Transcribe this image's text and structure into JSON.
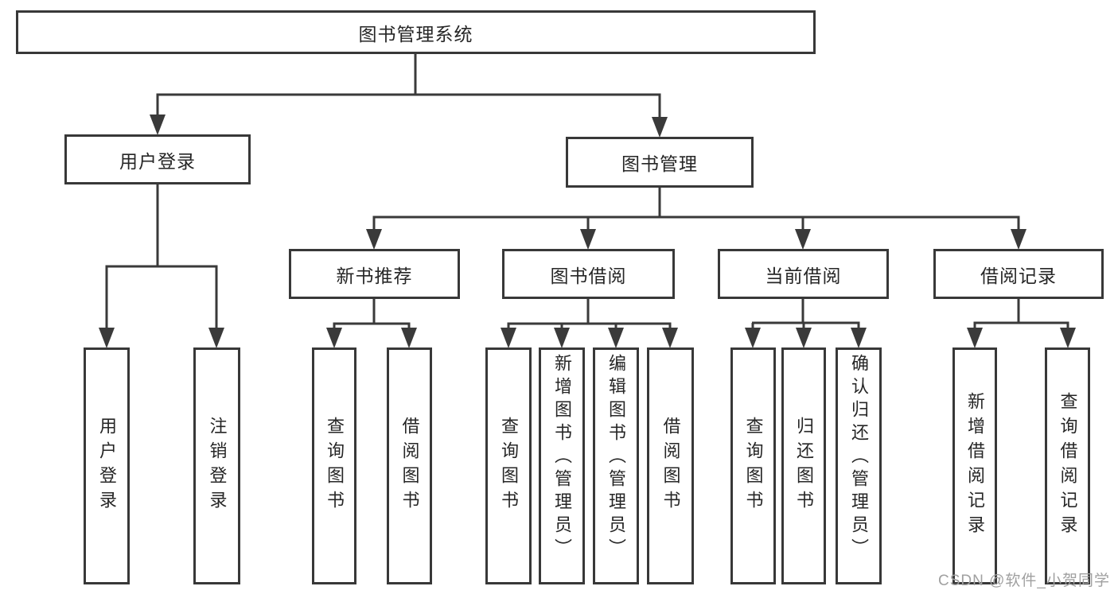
{
  "nodes": {
    "root": "图书管理系统",
    "user_login": "用户登录",
    "book_management": "图书管理",
    "login": "用户登录",
    "logout": "注销登录",
    "new_book_recommendation": "新书推荐",
    "book_borrowing": "图书借阅",
    "current_borrowing": "当前借阅",
    "borrowing_records": "借阅记录",
    "recommend_query_books": "查询图书",
    "recommend_borrow_books": "借阅图书",
    "borrow_query_books": "查询图书",
    "borrow_add_books_admin": "新增图书（管理员）",
    "borrow_edit_books_admin": "编辑图书（管理员）",
    "borrow_borrow_books": "借阅图书",
    "current_query_books": "查询图书",
    "current_return_books": "归还图书",
    "current_confirm_return_admin": "确认归还（管理员）",
    "records_add_record": "新增借阅记录",
    "records_query_record": "查询借阅记录"
  },
  "hierarchy": {
    "图书管理系统": {
      "用户登录": [
        "用户登录",
        "注销登录"
      ],
      "图书管理": {
        "新书推荐": [
          "查询图书",
          "借阅图书"
        ],
        "图书借阅": [
          "查询图书",
          "新增图书（管理员）",
          "编辑图书（管理员）",
          "借阅图书"
        ],
        "当前借阅": [
          "查询图书",
          "归还图书",
          "确认归还（管理员）"
        ],
        "借阅记录": [
          "新增借阅记录",
          "查询借阅记录"
        ]
      }
    }
  },
  "watermark": "CSDN @软件_小贺同学",
  "colors": {
    "line": "#3a3a3a",
    "border": "#383838",
    "text": "#262626",
    "watermark": "#a0a0a0",
    "background": "#ffffff"
  }
}
